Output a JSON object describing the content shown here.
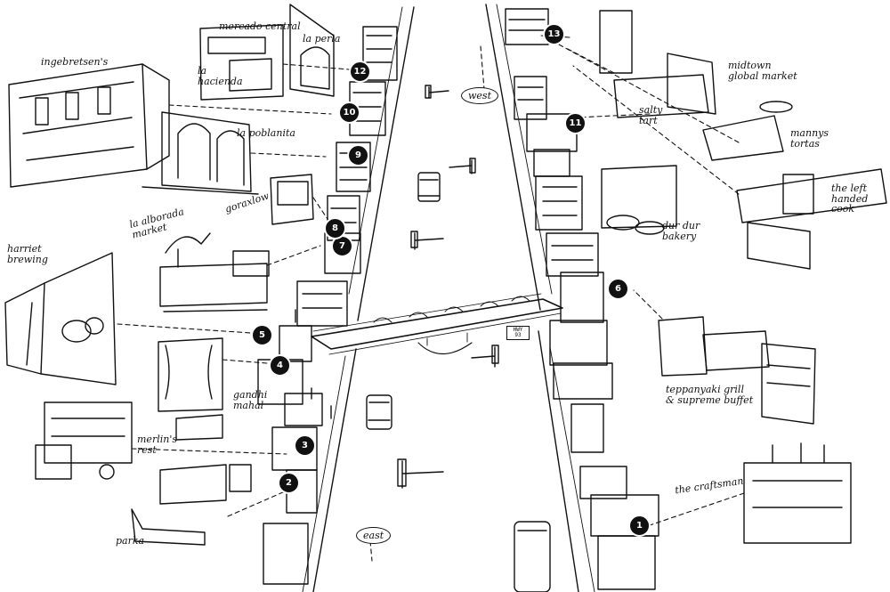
{
  "directions": {
    "west": "west",
    "east": "east"
  },
  "road_sign": "HWY 93",
  "markers": [
    {
      "id": 1,
      "label": "1"
    },
    {
      "id": 2,
      "label": "2"
    },
    {
      "id": 3,
      "label": "3"
    },
    {
      "id": 4,
      "label": "4"
    },
    {
      "id": 5,
      "label": "5"
    },
    {
      "id": 6,
      "label": "6"
    },
    {
      "id": 7,
      "label": "7"
    },
    {
      "id": 8,
      "label": "8"
    },
    {
      "id": 9,
      "label": "9"
    },
    {
      "id": 10,
      "label": "10"
    },
    {
      "id": 11,
      "label": "11"
    },
    {
      "id": 12,
      "label": "12"
    },
    {
      "id": 13,
      "label": "13"
    }
  ],
  "places": {
    "ingebretsens": "ingebretsen's",
    "mercado_central": "mercado central",
    "la_perla": "la perla",
    "la_hacienda": "la hacienda",
    "la_poblanita": "la poblanita",
    "gorditos": "goraxlow",
    "la_alborada_market": "la alborada market",
    "harriet_brewing": "harriet brewing",
    "gandhi_mahal": "gandhi mahal",
    "merlins_rest": "merlin's rest",
    "parka": "parka",
    "midtown_global_market": "midtown global market",
    "salty_tart": "salty tart",
    "manny_tortas": "mannys tortas",
    "the_left_handed_cook": "the left handed cook",
    "dur_dur_bakery": "dur dur bakery",
    "teppanyaki": "teppanyaki grill & supreme buffet",
    "the_craftsman": "the craftsman"
  },
  "colors": {
    "ink": "#111111",
    "paper": "#ffffff",
    "marker_fill": "#111111",
    "marker_text": "#ffffff"
  }
}
